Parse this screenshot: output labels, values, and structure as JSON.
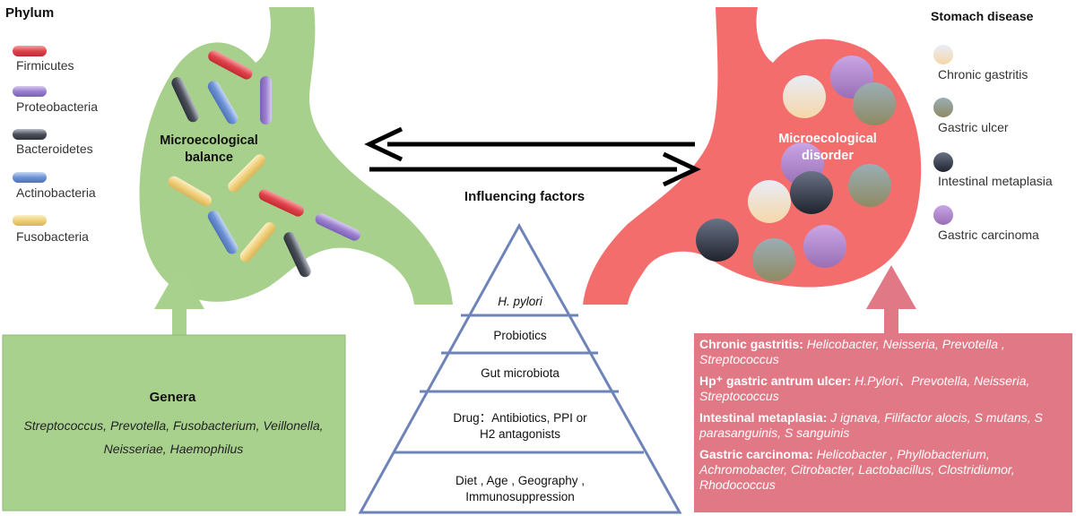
{
  "colors": {
    "green_fill": "#a7d08c",
    "green_box": "#a9d18e",
    "red_fill": "#f46d6d",
    "red_box": "#e07885",
    "pyramid_stroke": "#6e84b8",
    "firmicutes": "#e0424a",
    "proteobacteria": "#9b7fd0",
    "bacteroidetes": "#4a4f5a",
    "actinobacteria": "#6d93d6",
    "fusobacteria": "#f0d07a"
  },
  "phylum": {
    "title": "Phylum",
    "items": [
      {
        "label": "Firmicutes",
        "color": "#e0424a"
      },
      {
        "label": "Proteobacteria",
        "color": "#9b7fd0"
      },
      {
        "label": "Bacteroidetes",
        "color": "#4a4f5a"
      },
      {
        "label": "Actinobacteria",
        "color": "#6d93d6"
      },
      {
        "label": "Fusobacteria",
        "color": "#f0d07a"
      }
    ]
  },
  "stomach_disease": {
    "title": "Stomach disease",
    "items": [
      {
        "label": "Chronic gastritis",
        "color": "#f3dcc0"
      },
      {
        "label": "Gastric ulcer",
        "color": "#8ea07a"
      },
      {
        "label": "Intestinal metaplasia",
        "color": "#3a3f4e"
      },
      {
        "label": "Gastric carcinoma",
        "color": "#b58ad0"
      }
    ]
  },
  "left_stomach": {
    "line1": "Microecological",
    "line2": "balance"
  },
  "right_stomach": {
    "line1": "Microecological",
    "line2": "disorder"
  },
  "influencing_factors": "Influencing factors",
  "pyramid": {
    "level1": "H. pylori",
    "level2": "Probiotics",
    "level3": "Gut microbiota",
    "level4_line1": "Drug：Antibiotics, PPI or",
    "level4_line2": "H2 antagonists",
    "level5_line1": "Diet , Age , Geography ,",
    "level5_line2": "Immunosuppression"
  },
  "genera": {
    "title": "Genera",
    "line1": "Streptococcus, Prevotella, Fusobacterium, Veillonella,",
    "line2": "Neisseriae, Haemophilus"
  },
  "diseases": [
    {
      "name": "Chronic gastritis:",
      "genera": "Helicobacter, Neisseria, Prevotella , Streptococcus"
    },
    {
      "name": "Hp⁺ gastric antrum ulcer:",
      "genera": "H.Pylori、Prevotella, Neisseria, Streptococcus"
    },
    {
      "name": "Intestinal metaplasia:",
      "genera": "J ignava, Filifactor alocis, S mutans, S parasanguinis, S sanguinis"
    },
    {
      "name": "Gastric carcinoma:",
      "genera": "Helicobacter , Phyllobacterium, Achromobacter, Citrobacter, Lactobacillus, Clostridiumor, Rhodococcus"
    }
  ]
}
